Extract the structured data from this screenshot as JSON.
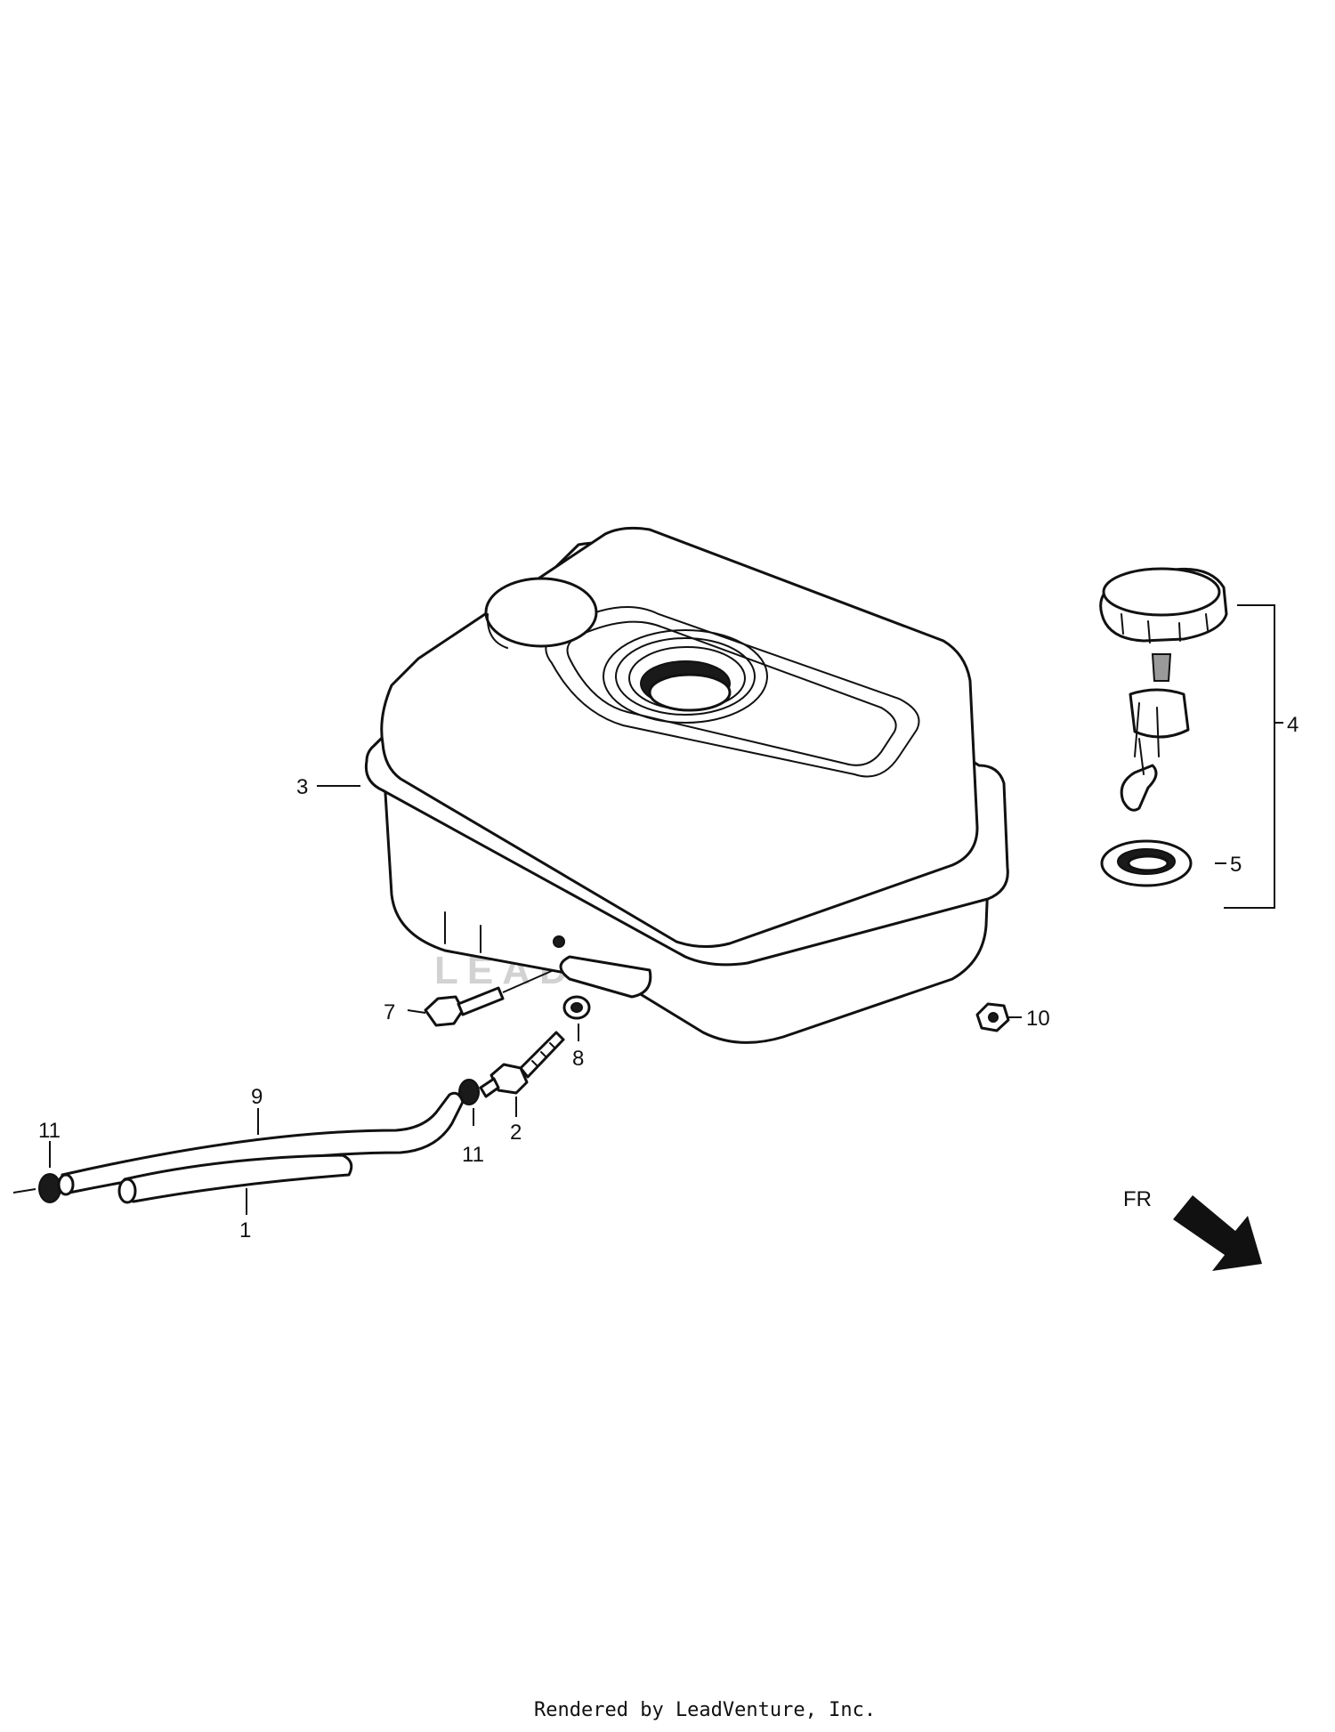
{
  "callouts": {
    "hose_1": "1",
    "fuel_cock_2": "2",
    "tank_3": "3",
    "cap_4": "4",
    "cap_seal_5": "5",
    "bolt_7": "7",
    "washer_8": "8",
    "tube_9": "9",
    "nut_10": "10",
    "clip_11_left": "11",
    "clip_11_center": "11"
  },
  "direction": {
    "label": "FR"
  },
  "watermark": {
    "text": "LEADVENTURE"
  },
  "footer": {
    "text": "Rendered by LeadVenture, Inc."
  }
}
